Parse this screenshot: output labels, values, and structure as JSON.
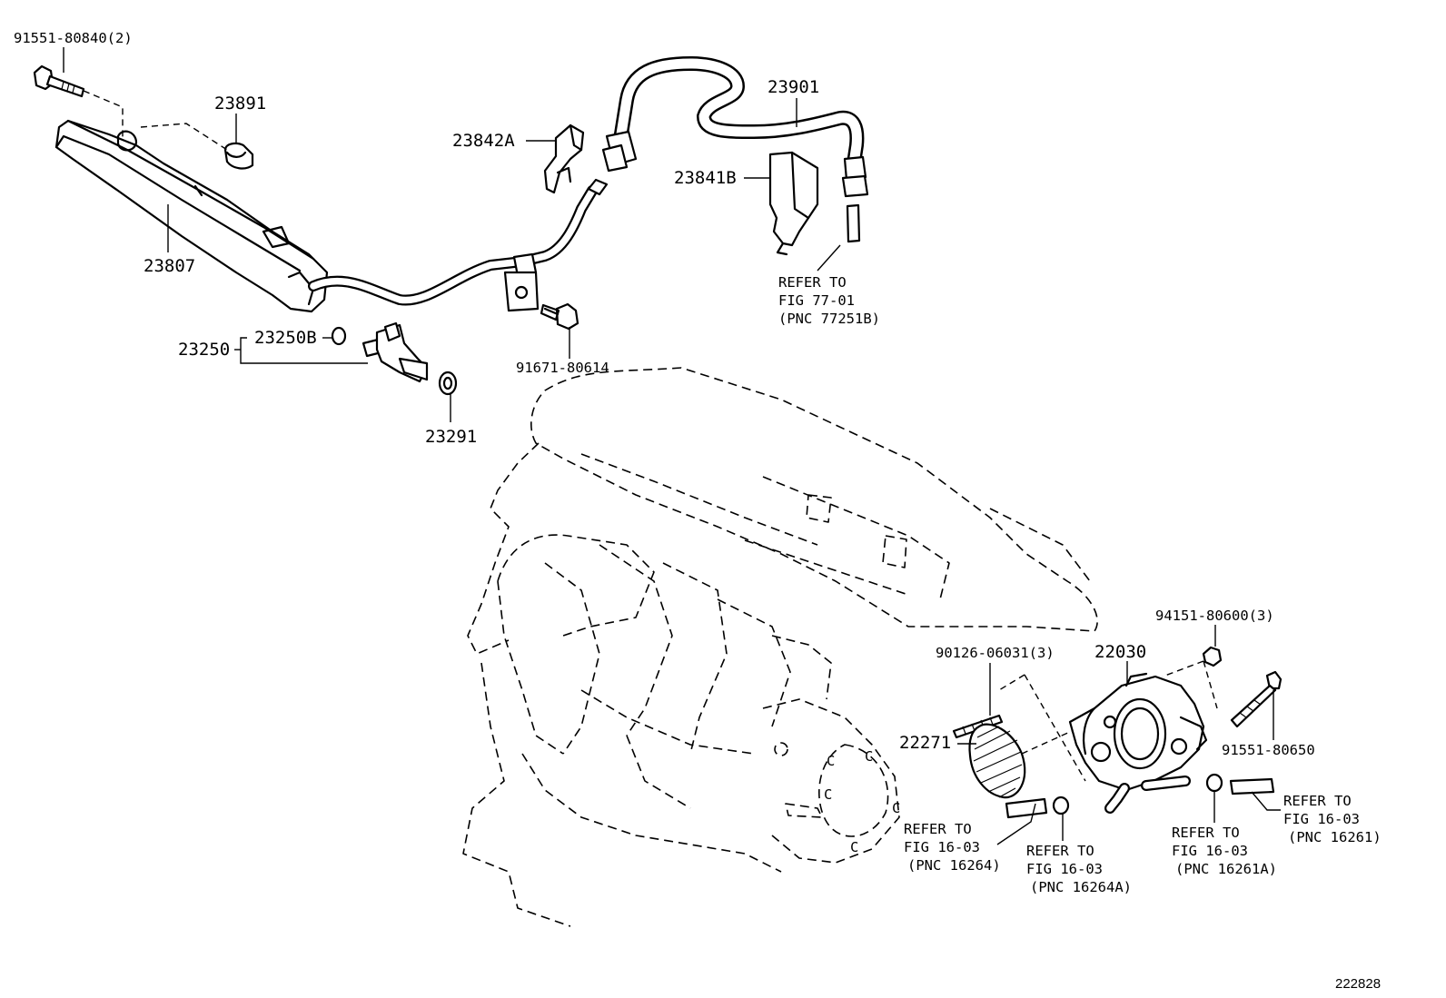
{
  "diagram": {
    "figure_number": "222828",
    "part_labels": {
      "bolt_91551_80840": "91551-80840(2)",
      "insulator_23891": "23891",
      "delivery_pipe_23807": "23807",
      "clamp_23842A": "23842A",
      "fuel_hose_23901": "23901",
      "clamp_23841B": "23841B",
      "injector_23250": "23250",
      "oring_23250B": "23250B",
      "bolt_91671_80614": "91671-80614",
      "insulator_23291": "23291",
      "nut_94151_80600": "94151-80600(3)",
      "throttle_body_22030": "22030",
      "stud_90126_06031": "90126-06031(3)",
      "gasket_22271": "22271",
      "bolt_91551_80650": "91551-80650"
    },
    "references": {
      "fig_77_01": {
        "line1": "REFER TO",
        "line2": "FIG 77-01",
        "line3": "(PNC 77251B)"
      },
      "pnc_16264": {
        "line1": "REFER TO",
        "line2": "FIG 16-03",
        "line3": "(PNC 16264)"
      },
      "pnc_16264A": {
        "line1": "REFER TO",
        "line2": "FIG 16-03",
        "line3": "(PNC 16264A)"
      },
      "pnc_16261A": {
        "line1": "REFER TO",
        "line2": "FIG 16-03",
        "line3": "(PNC 16261A)"
      },
      "pnc_16261": {
        "line1": "REFER TO",
        "line2": "FIG 16-03",
        "line3": "(PNC 16261)"
      }
    },
    "flange_marks": [
      "C",
      "C",
      "C",
      "C",
      "C"
    ]
  }
}
